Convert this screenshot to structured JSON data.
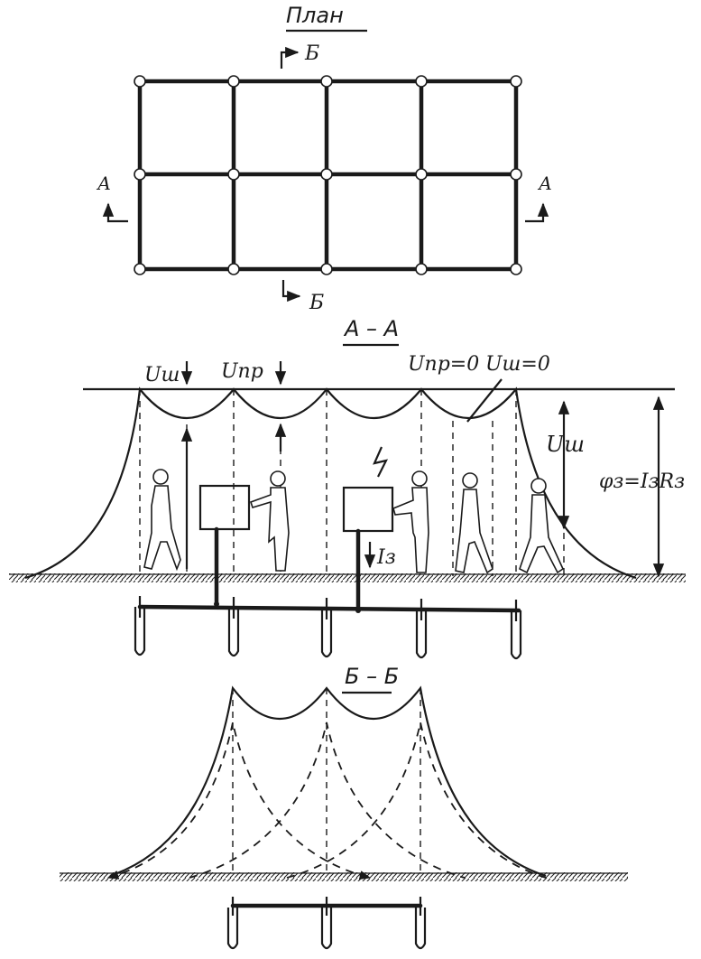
{
  "plan": {
    "title": "План",
    "section_a": "А",
    "section_b": "Б"
  },
  "section_aa": {
    "title": "А – А",
    "u_sh": "Uш",
    "u_pr": "Uпр",
    "u_pr_zero": "Uпр=0",
    "u_sh_zero": "Uш=0",
    "u_sh_right": "Uш",
    "current": "Iз",
    "potential_formula": "φз=IзRз"
  },
  "section_bb": {
    "title": "Б – Б"
  }
}
